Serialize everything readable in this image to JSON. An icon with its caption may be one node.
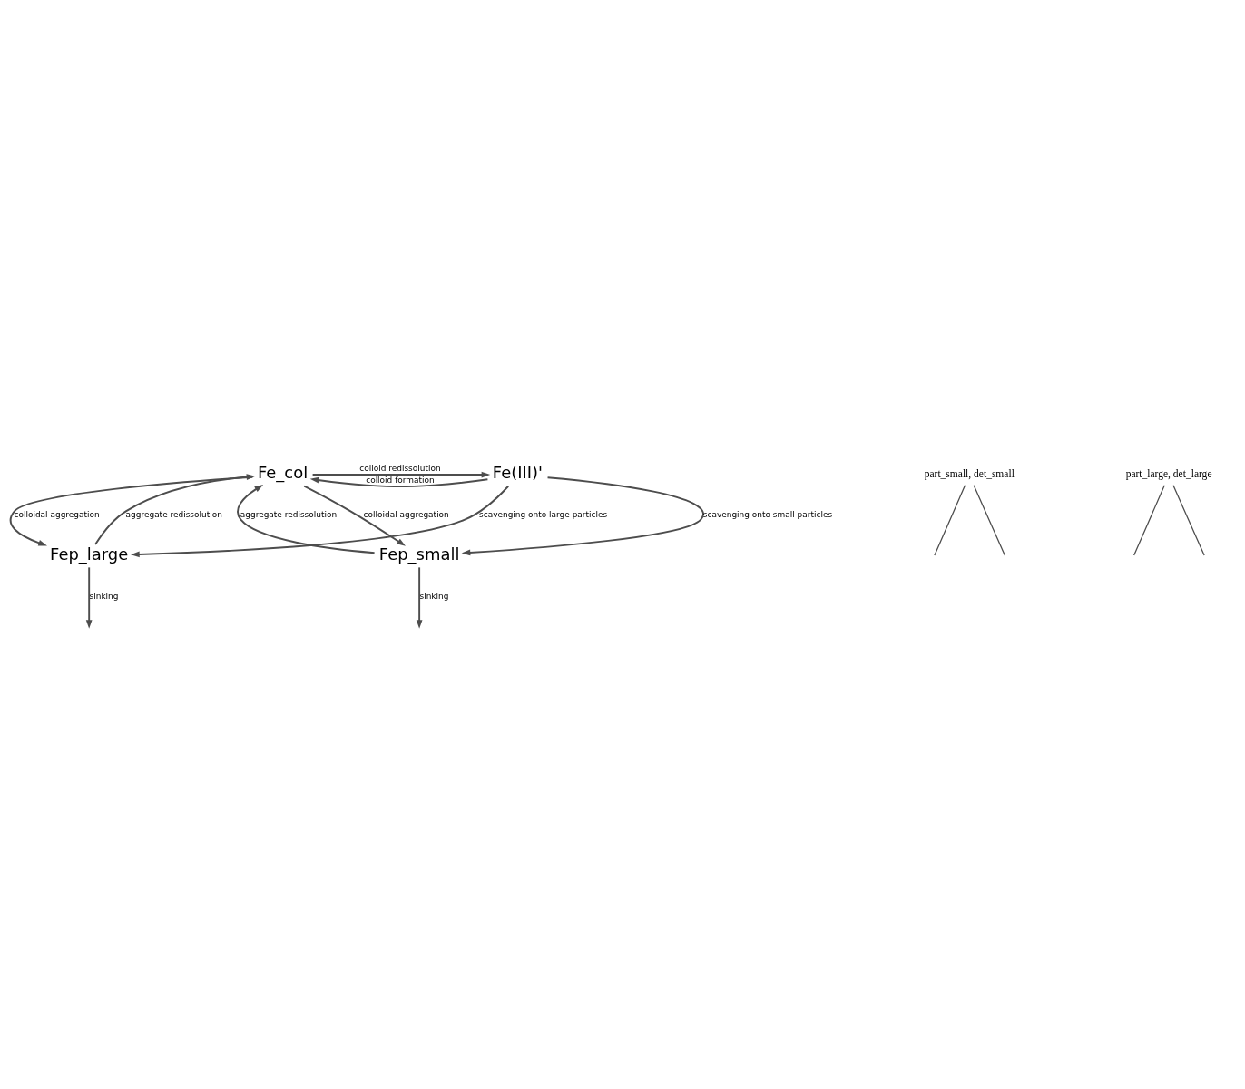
{
  "diagram": {
    "nodes": [
      {
        "text": [
          "Fe_col"
        ]
      },
      {
        "text": [
          "Fe(III)'"
        ]
      },
      {
        "text": [
          "Fep_small"
        ]
      },
      {
        "text": [
          "Fep_large"
        ]
      },
      {
        "text": [
          "part_small, det_small"
        ]
      },
      {
        "text": [
          "part_large, det_large"
        ]
      }
    ],
    "edges": [
      {
        "from": 1,
        "to": 0,
        "arrow": "to",
        "label": "colloid formation"
      },
      {
        "from": 0,
        "to": 1,
        "arrow": "to",
        "label": "colloid redissolution"
      },
      {
        "from": 2,
        "to": 0,
        "arrow": "to",
        "label": "aggregate redissolution"
      },
      {
        "from": 0,
        "to": 2,
        "arrow": "to",
        "label": "colloidal aggregation"
      },
      {
        "from": 3,
        "to": 0,
        "arrow": "to",
        "label": "aggregate redissolution"
      },
      {
        "from": 1,
        "to": 2,
        "arrow": "to",
        "label": "scavenging onto small particles"
      },
      {
        "from": 0,
        "to": 3,
        "arrow": "to",
        "label": "colloidal aggregation"
      },
      {
        "from": 1,
        "to": 3,
        "arrow": "to",
        "label": "scavenging onto large particles"
      },
      {
        "from": 4,
        "to": null,
        "arrow": "none"
      },
      {
        "from": 4,
        "to": null,
        "arrow": "none"
      },
      {
        "from": 5,
        "to": null,
        "arrow": "none"
      },
      {
        "from": 5,
        "to": null,
        "arrow": "none"
      },
      {
        "from": 2,
        "to": null,
        "arrow": "to",
        "label": "sinking"
      },
      {
        "from": 3,
        "to": null,
        "arrow": "to",
        "label": "sinking"
      }
    ]
  }
}
